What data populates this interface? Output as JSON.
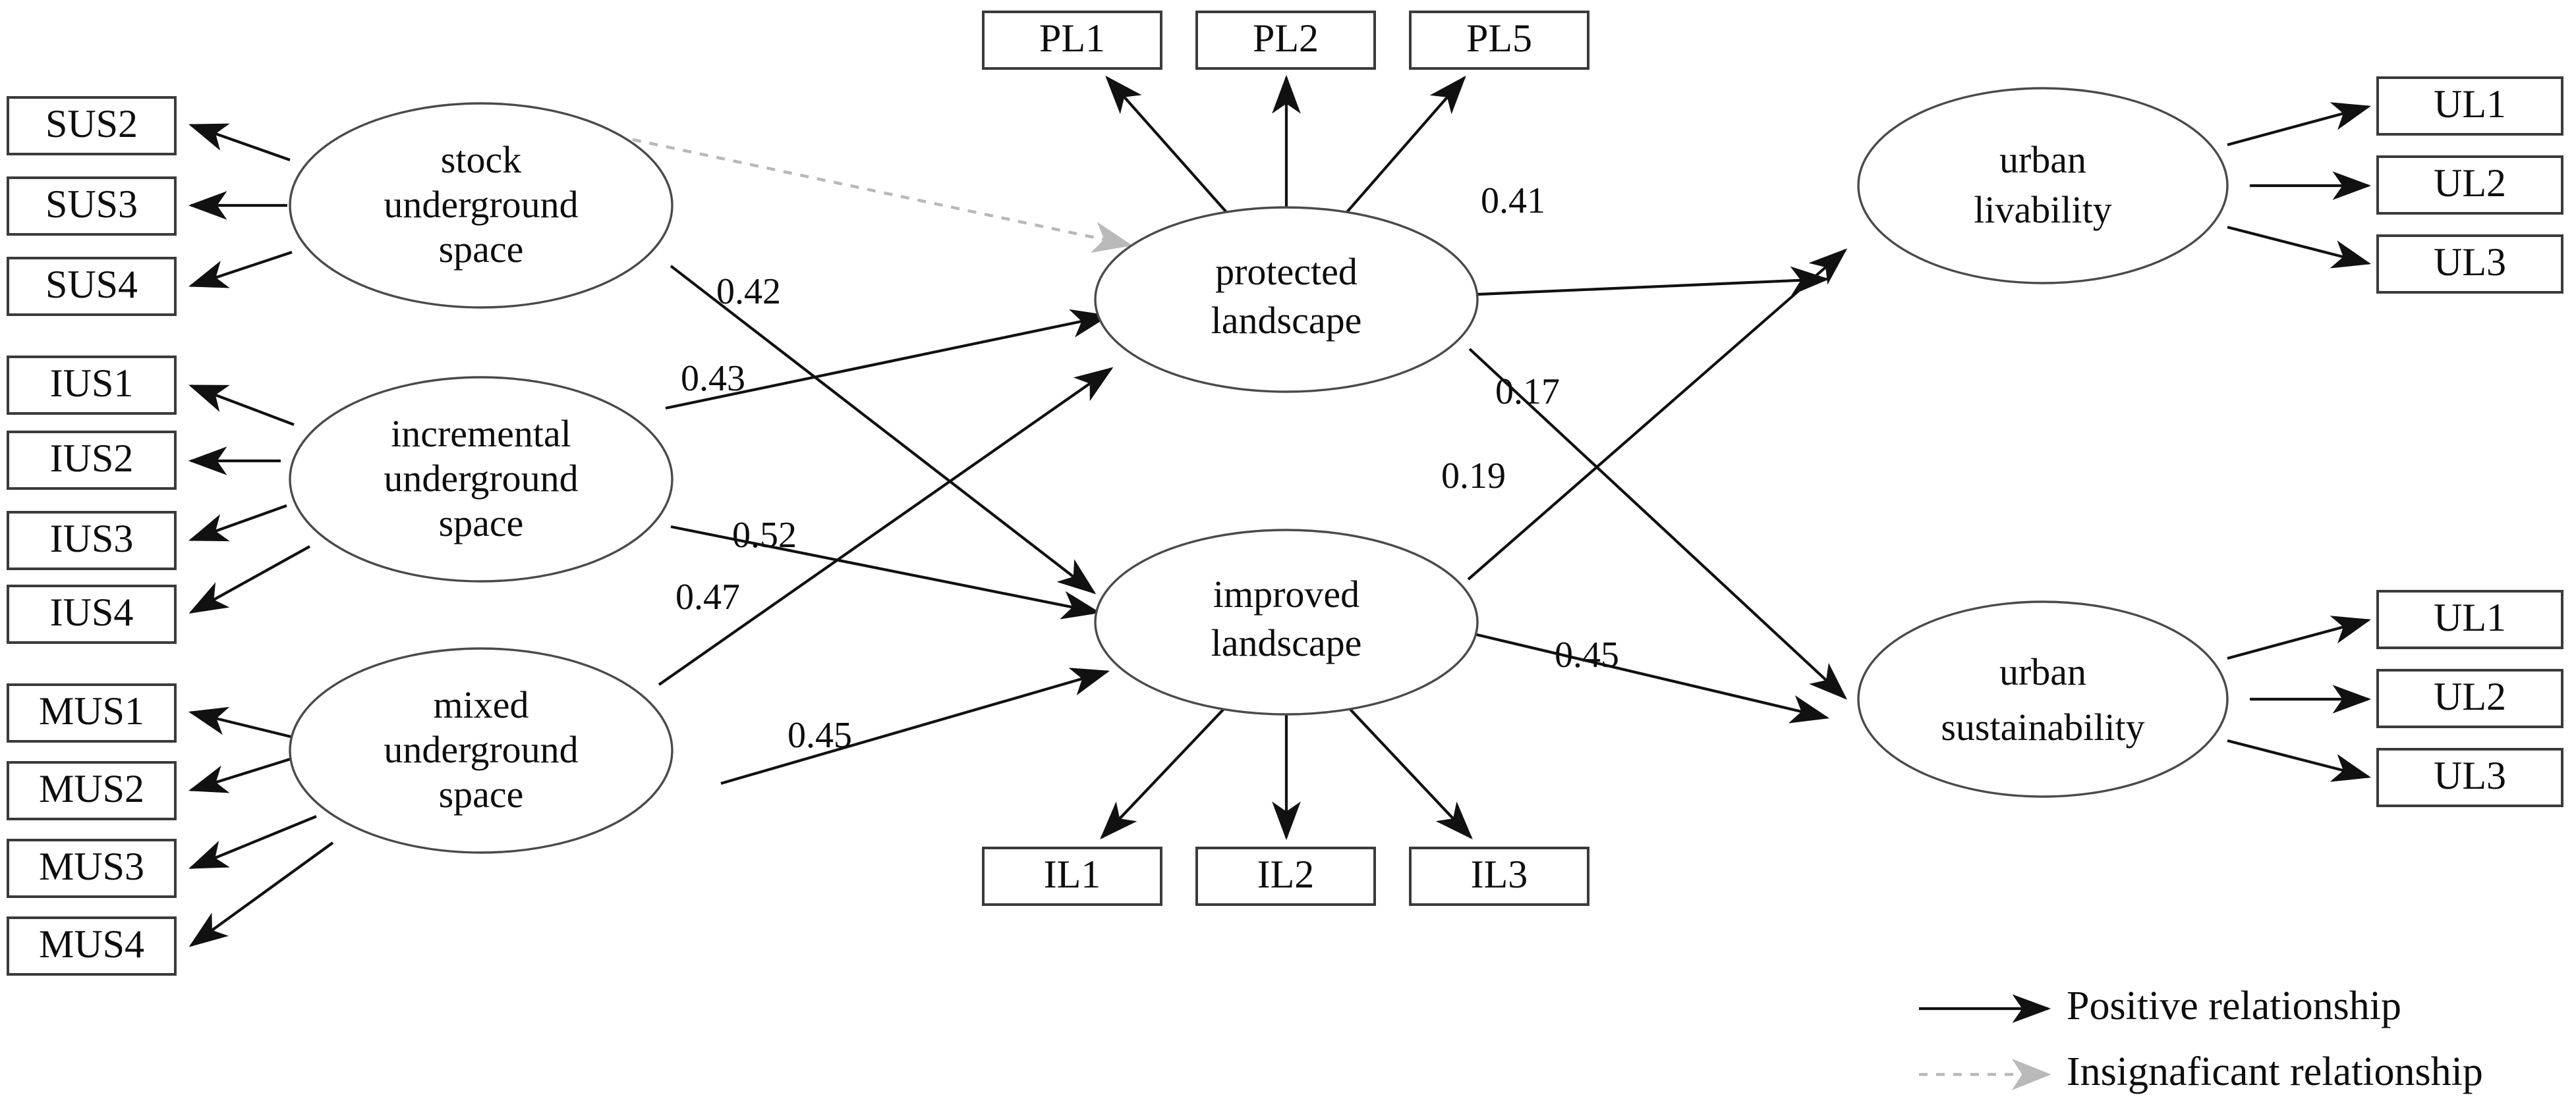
{
  "diagram": {
    "title": "Structural equation model of underground space, landscape and urban outcomes",
    "legend": {
      "positive_label": "Positive relationship",
      "insignificant_label": "Insignaficant relationship",
      "positive_color": "#111111",
      "insignificant_color": "#b9b9b9"
    },
    "indicators": {
      "stock": [
        "SUS2",
        "SUS3",
        "SUS4"
      ],
      "incremental": [
        "IUS1",
        "IUS2",
        "IUS3",
        "IUS4"
      ],
      "mixed": [
        "MUS1",
        "MUS2",
        "MUS3",
        "MUS4"
      ],
      "protected_landscape": [
        "PL1",
        "PL2",
        "PL5"
      ],
      "improved_landscape": [
        "IL1",
        "IL2",
        "IL3"
      ],
      "urban_livability": [
        "UL1",
        "UL2",
        "UL3"
      ],
      "urban_sustainability": [
        "UL1",
        "UL2",
        "UL3"
      ]
    },
    "latents": {
      "stock": [
        "stock",
        "underground",
        "space"
      ],
      "incremental": [
        "incremental",
        "underground",
        "space"
      ],
      "mixed": [
        "mixed",
        "underground",
        "space"
      ],
      "protected_landscape": [
        "protected",
        "landscape"
      ],
      "improved_landscape": [
        "improved",
        "landscape"
      ],
      "urban_livability": [
        "urban",
        "livability"
      ],
      "urban_sustainability": [
        "urban",
        "sustainability"
      ]
    },
    "paths": [
      {
        "from": "stock underground space",
        "to": "improved landscape",
        "coefficient": "0.42",
        "type": "positive"
      },
      {
        "from": "stock underground space",
        "to": "protected landscape",
        "coefficient": "",
        "type": "insignificant"
      },
      {
        "from": "incremental underground space",
        "to": "protected landscape",
        "coefficient": "0.43",
        "type": "positive"
      },
      {
        "from": "incremental underground space",
        "to": "improved landscape",
        "coefficient": "0.52",
        "type": "positive"
      },
      {
        "from": "mixed underground space",
        "to": "protected landscape",
        "coefficient": "0.47",
        "type": "positive"
      },
      {
        "from": "mixed underground space",
        "to": "improved landscape",
        "coefficient": "0.45",
        "type": "positive"
      },
      {
        "from": "protected landscape",
        "to": "urban livability",
        "coefficient": "0.41",
        "type": "positive"
      },
      {
        "from": "protected landscape",
        "to": "urban sustainability",
        "coefficient": "0.17",
        "type": "positive"
      },
      {
        "from": "improved landscape",
        "to": "urban livability",
        "coefficient": "0.19",
        "type": "positive"
      },
      {
        "from": "improved landscape",
        "to": "urban sustainability",
        "coefficient": "0.45",
        "type": "positive"
      }
    ],
    "coefficient_labels": {
      "c042": "0.42",
      "c043": "0.43",
      "c052": "0.52",
      "c047": "0.47",
      "c045_mixed": "0.45",
      "c041": "0.41",
      "c017": "0.17",
      "c019": "0.19",
      "c045_improved": "0.45"
    }
  }
}
